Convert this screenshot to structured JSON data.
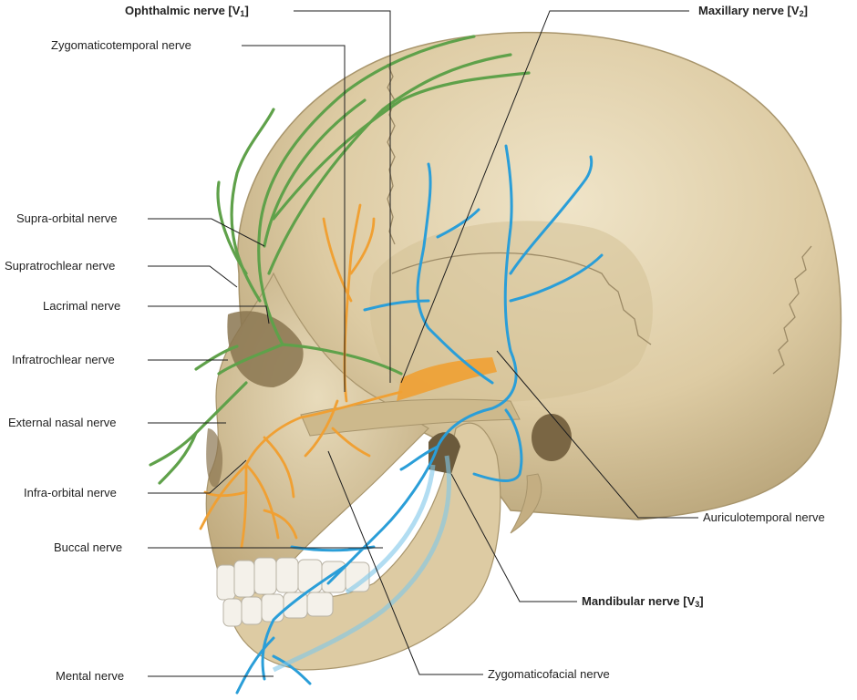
{
  "colors": {
    "bone": "#d9c8a0",
    "bone_shadow": "#b9a57a",
    "bone_highlight": "#efe4c8",
    "suture": "#9c8a66",
    "ophthalmic_nerve": "#5fa14a",
    "maxillary_nerve": "#f0a033",
    "mandibular_nerve": "#2a9ed8",
    "leader_line": "#1e1e1e"
  },
  "labels": {
    "ophthalmic": {
      "text": "Ophthalmic nerve [V",
      "sub": "1",
      "end": "]"
    },
    "maxillary": {
      "text": "Maxillary nerve [V",
      "sub": "2",
      "end": "]"
    },
    "mandibular": {
      "text": "Mandibular nerve [V",
      "sub": "3",
      "end": "]"
    },
    "zygomaticotemporal": "Zygomaticotemporal nerve",
    "supra_orbital": "Supra-orbital nerve",
    "supratrochlear": "Supratrochlear nerve",
    "lacrimal": "Lacrimal nerve",
    "infratrochlear": "Infratrochlear nerve",
    "external_nasal": "External nasal nerve",
    "infra_orbital": "Infra-orbital nerve",
    "buccal": "Buccal nerve",
    "mental": "Mental nerve",
    "auriculotemporal": "Auriculotemporal nerve",
    "zygomaticofacial": "Zygomaticofacial nerve"
  }
}
